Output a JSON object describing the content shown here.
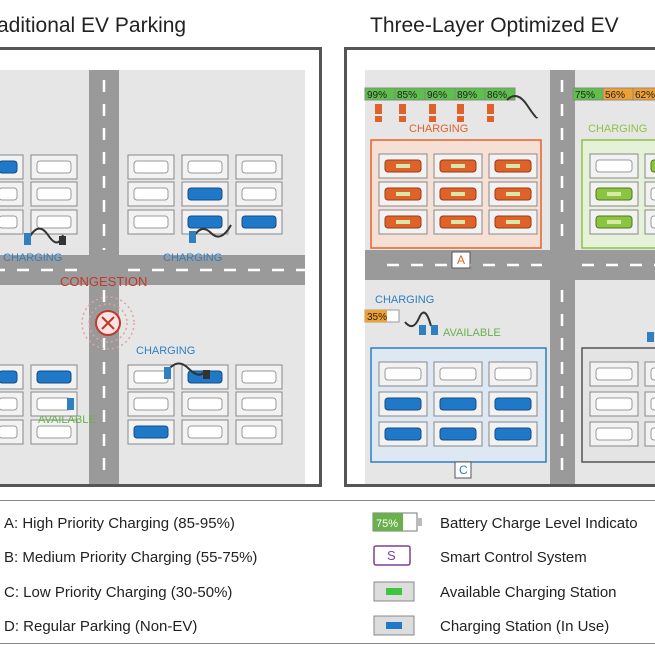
{
  "titles": {
    "left": "raditional EV Parking",
    "right": "Three-Layer Optimized EV"
  },
  "left_panel": {
    "charging_label_1": "CHARGING",
    "charging_label_2": "CHARGING",
    "charging_label_3": "CHARGING",
    "congestion_label": "CONGESTION",
    "available_label": "AVAILABLE"
  },
  "right_panel": {
    "zone_a": {
      "label": "CHARGING",
      "marker": "A",
      "batteries": [
        "99%",
        "85%",
        "96%",
        "89%",
        "86%"
      ]
    },
    "zone_b": {
      "label": "CHARGING",
      "batteries": [
        "75%",
        "56%",
        "62%"
      ]
    },
    "zone_c": {
      "label": "CHARGING",
      "marker": "C",
      "battery": "35%",
      "available_label": "AVAILABLE"
    }
  },
  "legend": {
    "items_left": [
      "A: High Priority Charging (85-95%)",
      "B: Medium Priority Charging (55-75%)",
      "C: Low Priority Charging (30-50%)",
      "D: Regular Parking (Non-EV)"
    ],
    "items_right": [
      "Battery Charge Level Indicato",
      "Smart Control System",
      "Available Charging Station",
      "Charging Station (In Use)"
    ],
    "battery_sample": "75%",
    "smart_sample": "S"
  },
  "colors": {
    "zone_a": "#e0622b",
    "zone_b": "#8cc43f",
    "zone_c": "#2f7fc1",
    "zone_d": "#666666",
    "in_use": "#1f78c8",
    "available": "#3ec43e",
    "congestion": "#c0392b",
    "smart": "#7b3fa0"
  }
}
